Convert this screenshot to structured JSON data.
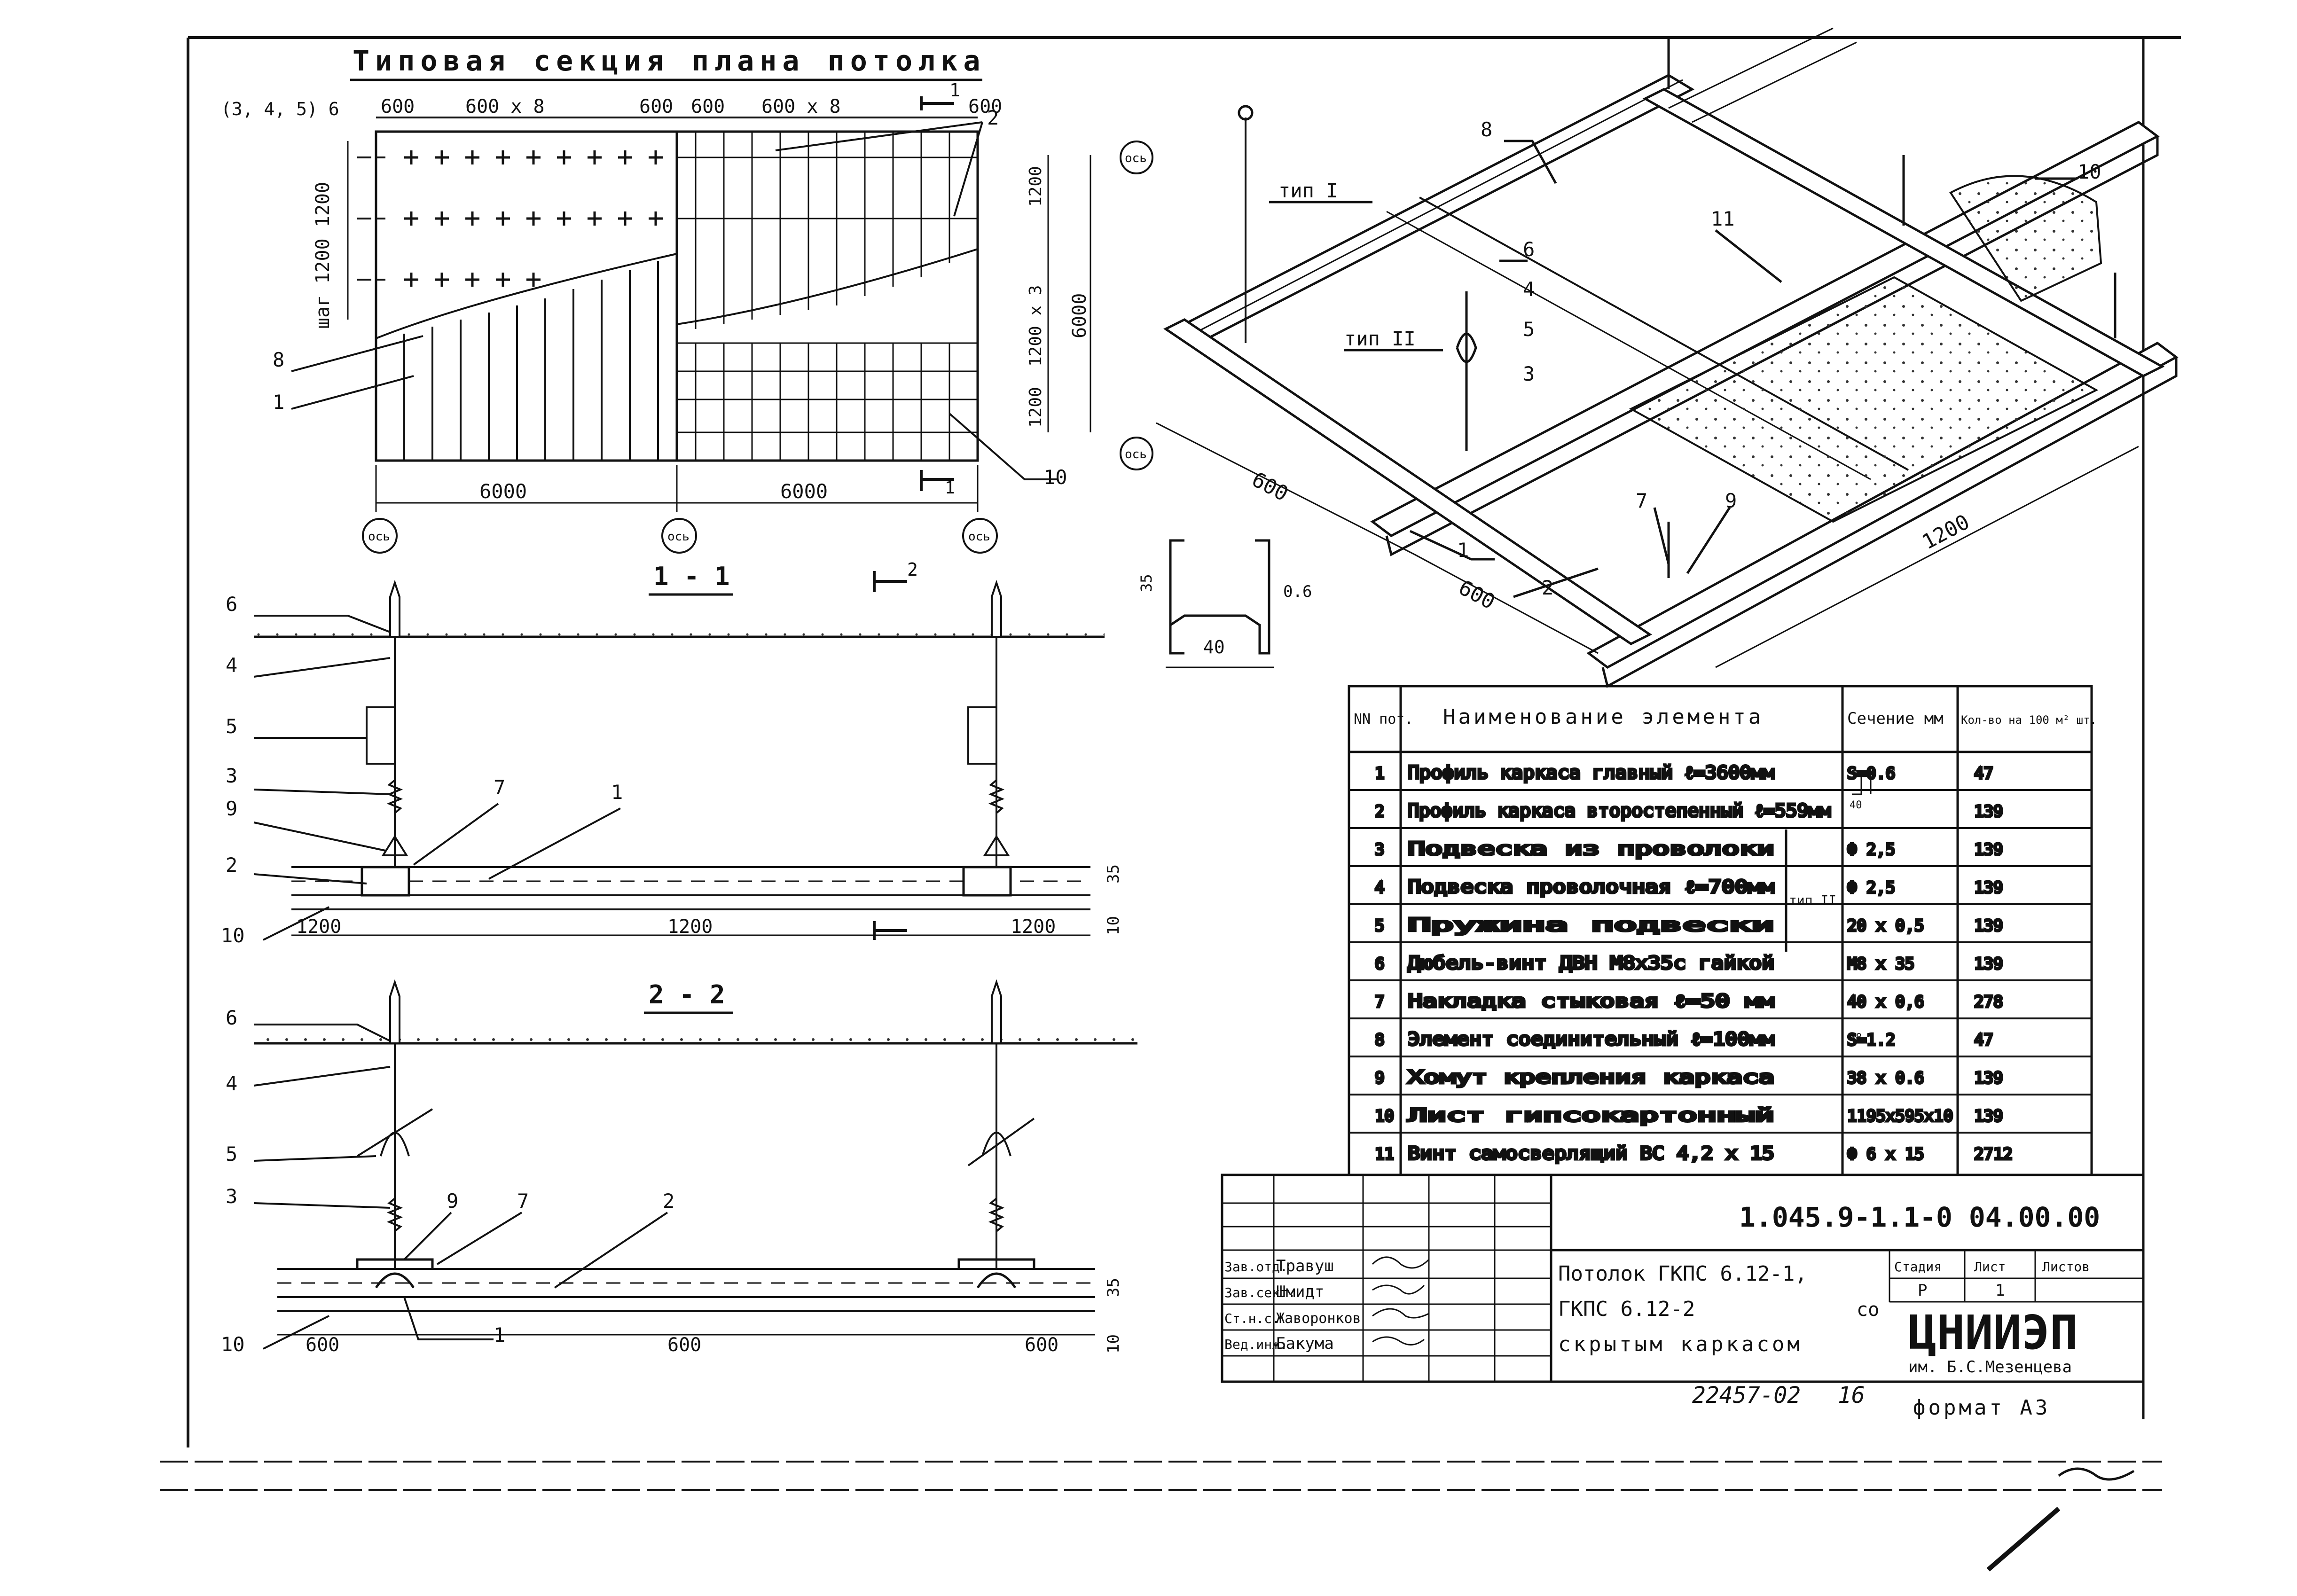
{
  "plan": {
    "title": "Типовая секция плана потолка",
    "top_dims": [
      "600",
      "600 x 8",
      "600",
      "600",
      "600 x 8",
      "600"
    ],
    "axis_left_label": "(3, 4, 5) 6",
    "step_label": "шаг 1200 1200",
    "right_dims": [
      "1200",
      "1200 x 3",
      "6000",
      "1200"
    ],
    "bottom_dims": [
      "6000",
      "6000"
    ],
    "axis": "ось",
    "section_mark_1": "1",
    "callouts": [
      "8",
      "1",
      "2",
      "10"
    ]
  },
  "section_1": {
    "title": "1 - 1",
    "section_mark": "2",
    "callouts": [
      "6",
      "4",
      "5",
      "3",
      "9",
      "7",
      "1",
      "2",
      "10"
    ],
    "dims": [
      "1200",
      "1200",
      "1200"
    ],
    "side_dims": [
      "35",
      "10"
    ]
  },
  "section_2": {
    "title": "2 - 2",
    "callouts": [
      "6",
      "4",
      "5",
      "3",
      "9",
      "7",
      "2",
      "1",
      "10"
    ],
    "dims": [
      "600",
      "600",
      "600"
    ],
    "side_dims": [
      "35",
      "10"
    ]
  },
  "iso": {
    "callouts": [
      "8",
      "тип I",
      "6",
      "4",
      "5",
      "3",
      "тип II",
      "11",
      "10",
      "1",
      "2",
      "7",
      "9"
    ],
    "dims": [
      "600",
      "600",
      "1200"
    ]
  },
  "profile": {
    "dims": [
      "35",
      "0.6",
      "40"
    ]
  },
  "spec_table": {
    "headers": [
      "NN пот.",
      "Наименование элемента",
      "Сечение мм",
      "Кол-во на 100 м² шт."
    ],
    "rows": [
      [
        "1",
        "Профиль каркаса главный ℓ=3600мм",
        "S=0.6",
        "47"
      ],
      [
        "2",
        "Профиль каркаса второстепенный ℓ=559мм",
        "",
        "139"
      ],
      [
        "3",
        "Подвеска из проволоки",
        "Ф 2,5",
        "139"
      ],
      [
        "4",
        "Подвеска проволочная ℓ=700мм",
        "Ф 2,5",
        "139"
      ],
      [
        "5",
        "Пружина подвески",
        "20 x 0,5",
        "139"
      ],
      [
        "6",
        "Дюбель-винт ДВН М8x35с гайкой",
        "М8 x 35",
        "139"
      ],
      [
        "7",
        "Накладка стыковая ℓ=50 мм",
        "40 x 0,6",
        "278"
      ],
      [
        "8",
        "Элемент соединительный ℓ=100мм",
        "S=1.2",
        "47"
      ],
      [
        "9",
        "Хомут крепления каркаса",
        "38 x 0.6",
        "139"
      ],
      [
        "10",
        "Лист гипсокартонный",
        "1195x595x10",
        "139"
      ],
      [
        "11",
        "Винт самосверлящий ВС 4,2 x 15",
        "Ф 6 x 15",
        "2712"
      ]
    ],
    "tip_label": "тип II",
    "profile_note": "40",
    "profile_note2": "38"
  },
  "title_block": {
    "doc_code": "1.045.9-1.1-0 04.00.00",
    "people": [
      [
        "Зав.отд.",
        "Травуш"
      ],
      [
        "Зав.сект.",
        "Шмидт"
      ],
      [
        "Ст.н.с.",
        "Жаворонков"
      ],
      [
        "Вед.инж.",
        "Бакума"
      ]
    ],
    "description": [
      "Потолок ГКПС 6.12-1,",
      "ГКПС 6.12-2",
      "со",
      "скрытым каркасом"
    ],
    "stage_headers": [
      "Стадия",
      "Лист",
      "Листов"
    ],
    "stage_values": [
      "Р",
      "1",
      ""
    ],
    "org": "ЦНИИЭП",
    "org_sub": "им. Б.С.Мезенцева",
    "inv": "22457-02",
    "inv_num": "16",
    "format": "формат А3"
  }
}
